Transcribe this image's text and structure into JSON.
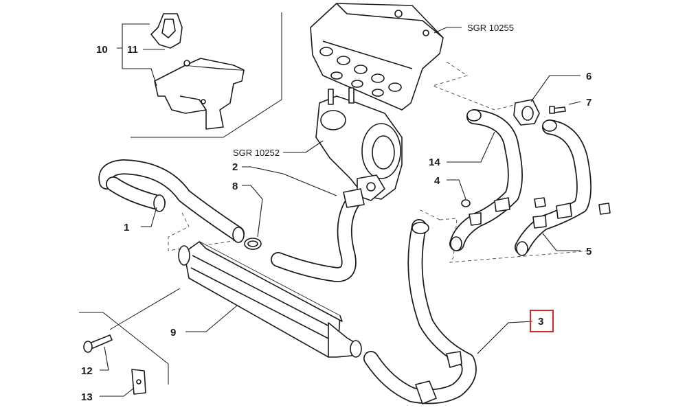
{
  "callouts": [
    {
      "id": "c1",
      "text": "1"
    },
    {
      "id": "c2",
      "text": "2"
    },
    {
      "id": "c3",
      "text": "3",
      "highlight": true
    },
    {
      "id": "c4",
      "text": "4"
    },
    {
      "id": "c5",
      "text": "5"
    },
    {
      "id": "c6",
      "text": "6"
    },
    {
      "id": "c7",
      "text": "7"
    },
    {
      "id": "c8",
      "text": "8"
    },
    {
      "id": "c9",
      "text": "9"
    },
    {
      "id": "c10",
      "text": "10"
    },
    {
      "id": "c11",
      "text": "11"
    },
    {
      "id": "c12",
      "text": "12"
    },
    {
      "id": "c13",
      "text": "13"
    },
    {
      "id": "c14",
      "text": "14"
    }
  ],
  "references": {
    "manifold": "SGR 10255",
    "turbo": "SGR 10252"
  },
  "colors": {
    "line": "#1a1a1a",
    "highlight": "#d6282a",
    "background": "#ffffff"
  }
}
